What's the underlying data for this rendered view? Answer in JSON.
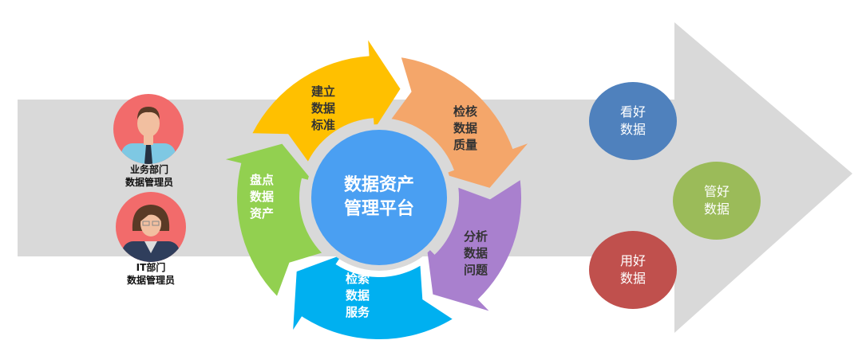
{
  "center": {
    "title": "数据资产\n管理平台",
    "color": "#4A9FF2"
  },
  "cycle": [
    {
      "label": "建立\n数据\n标准",
      "color": "#FFC000",
      "text_color": "#333333"
    },
    {
      "label": "检核\n数据\n质量",
      "color": "#F4A66A",
      "text_color": "#333333"
    },
    {
      "label": "分析\n数据\n问题",
      "color": "#A980CE",
      "text_color": "#333333"
    },
    {
      "label": "检索\n数据\n服务",
      "color": "#00B0F0",
      "text_color": "#ffffff"
    },
    {
      "label": "盘点\n数据\n资产",
      "color": "#92D050",
      "text_color": "#ffffff"
    }
  ],
  "people": [
    {
      "label": "业务部门\n数据管理员",
      "icon": "male-avatar-icon"
    },
    {
      "label": "IT部门\n数据管理员",
      "icon": "female-avatar-icon"
    }
  ],
  "goals": [
    {
      "label": "看好\n数据",
      "color": "#4F81BD"
    },
    {
      "label": "管好\n数据",
      "color": "#9BBB59"
    },
    {
      "label": "用好\n数据",
      "color": "#C0504D"
    }
  ],
  "background_arrow_color": "#D9D9D9"
}
